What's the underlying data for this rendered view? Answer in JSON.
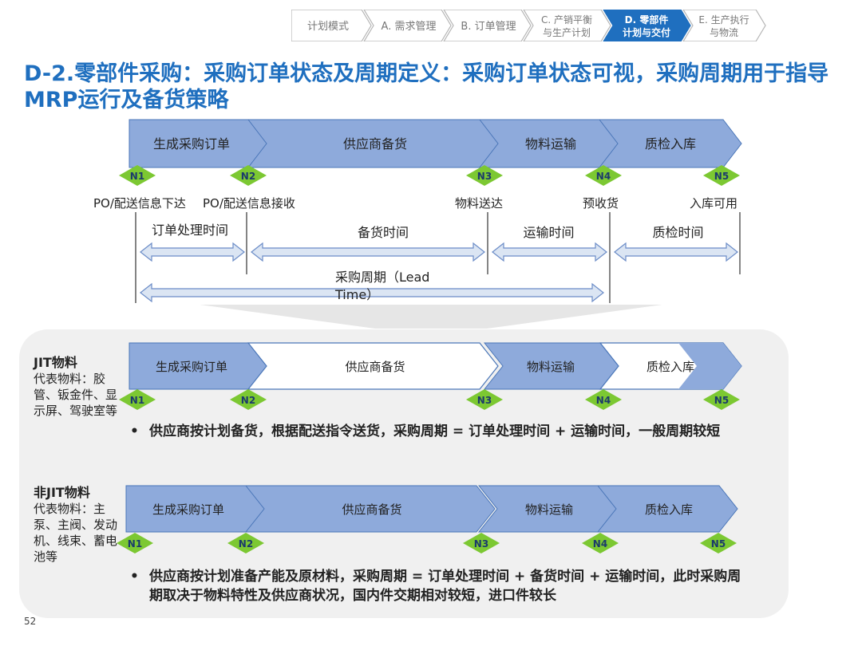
{
  "nav": {
    "steps": [
      {
        "line1": "计划模式",
        "line2": "",
        "active": false
      },
      {
        "line1": "A. 需求管理",
        "line2": "",
        "active": false
      },
      {
        "line1": "B. 订单管理",
        "line2": "",
        "active": false
      },
      {
        "line1": "C. 产销平衡",
        "line2": "与生产计划",
        "active": false
      },
      {
        "line1": "D. 零部件",
        "line2": "计划与交付",
        "active": true
      },
      {
        "line1": "E. 生产执行",
        "line2": "与物流",
        "active": false
      }
    ]
  },
  "title": "D-2.零部件采购：采购订单状态及周期定义：采购订单状态可视，采购周期用于指导MRP运行及备货策略",
  "stages": [
    "生成采购订单",
    "供应商备货",
    "物料运输",
    "质检入库"
  ],
  "nodes": [
    "N1",
    "N2",
    "N3",
    "N4",
    "N5"
  ],
  "events": [
    "PO/配送信息下达",
    "PO/配送信息接收",
    "物料送达",
    "预收货",
    "入库可用"
  ],
  "durations": {
    "order_processing": "订单处理时间",
    "stocking": "备货时间",
    "transport": "运输时间",
    "inspection": "质检时间",
    "lead_time": "采购周期（Lead Time）"
  },
  "jit": {
    "heading": "JIT物料",
    "examples": "代表物料：胶管、钣金件、显示屏、驾驶室等",
    "bullet_mark": "•",
    "bullet": "供应商按计划备货，根据配送指令送货，采购周期 = 订单处理时间 + 运输时间，一般周期较短"
  },
  "non_jit": {
    "heading": "非JIT物料",
    "examples": "代表物料：主泵、主阀、发动机、线束、蓄电池等",
    "bullet_mark": "•",
    "bullet": "供应商按计划准备产能及原材料，采购周期 = 订单处理时间 + 备货时间 + 运输时间，此时采购周期取决于物料特性及供应商状况，国内件交期相对较短，进口件较长"
  },
  "page_number": "52",
  "colors": {
    "title": "#1f6fbf",
    "chevron_fill": "#8eaadb",
    "chevron_light": "#ffffff",
    "chevron_border": "#4a76b8",
    "node_green": "#7cc832",
    "nav_active": "#1f6fbf",
    "panel_bg": "#f0f0f0",
    "arrow_fill": "#dbe5f3"
  }
}
